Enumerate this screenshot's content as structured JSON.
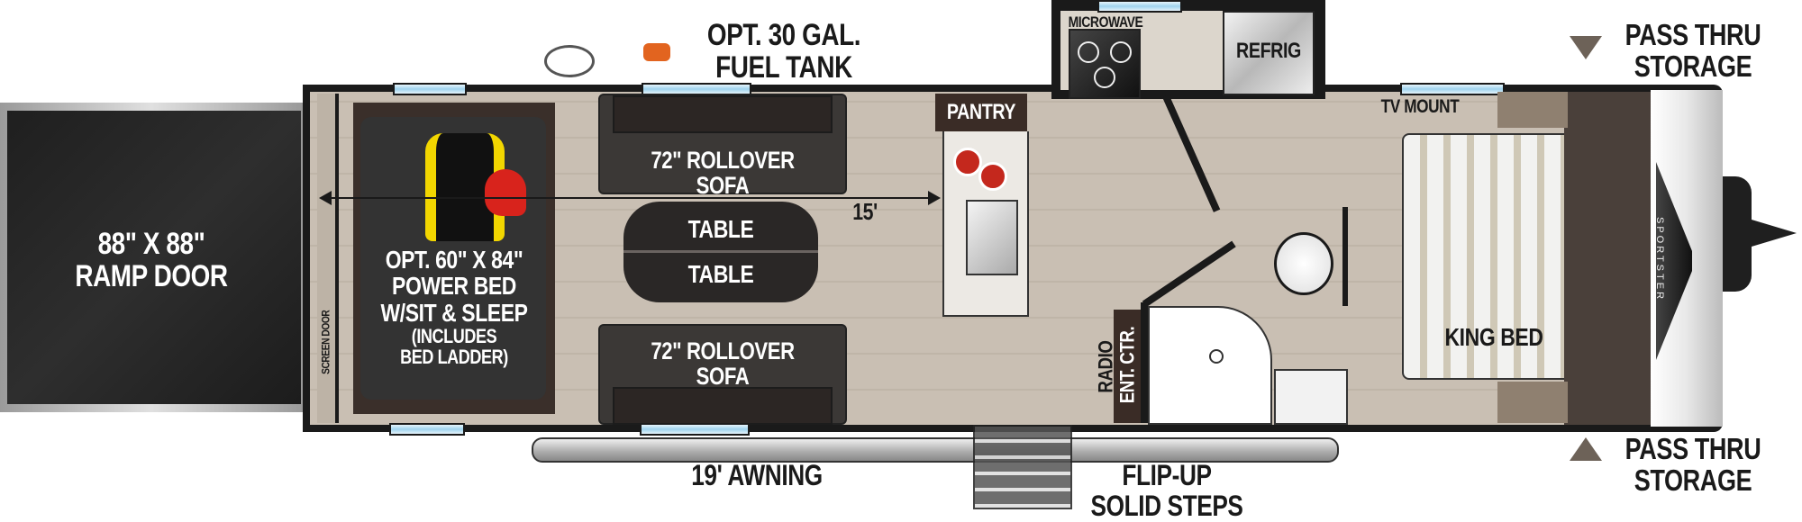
{
  "floorplan": {
    "brand_cap": "SPORTSTER",
    "labels": {
      "ramp_door": [
        "88\" X 88\"",
        "RAMP DOOR"
      ],
      "screen_door": "SCREEN DOOR",
      "power_bed": [
        "OPT. 60\" X 84\"",
        "POWER BED",
        "W/SIT & SLEEP"
      ],
      "power_bed_note": [
        "(INCLUDES",
        "BED LADDER)"
      ],
      "fuel_tank": [
        "OPT. 30 GAL.",
        "FUEL TANK"
      ],
      "sofa_top": "72\" ROLLOVER SOFA",
      "sofa_bottom": "72\" ROLLOVER SOFA",
      "table_top": "TABLE",
      "table_bottom": "TABLE",
      "dimension": "15'",
      "pantry": "PANTRY",
      "microwave": "MICROWAVE",
      "refrig": "REFRIG",
      "tv_mount": "TV MOUNT",
      "king_bed": "KING BED",
      "radio": "RADIO",
      "ent_ctr": "ENT. CTR.",
      "pass_thru_top": [
        "PASS THRU",
        "STORAGE"
      ],
      "pass_thru_bottom": [
        "PASS THRU",
        "STORAGE"
      ],
      "awning": "19' AWNING",
      "steps": [
        "FLIP-UP",
        "SOLID STEPS"
      ]
    },
    "colors": {
      "wall": "#1a1a1a",
      "floor": "#c4baad",
      "ramp": "#2a2a2a",
      "sofa": "#3b3836",
      "window": "#9fd3ee",
      "cabinet": "#3a2c26",
      "jacket_accent": "#f2d600",
      "helmet": "#d8231c"
    }
  }
}
